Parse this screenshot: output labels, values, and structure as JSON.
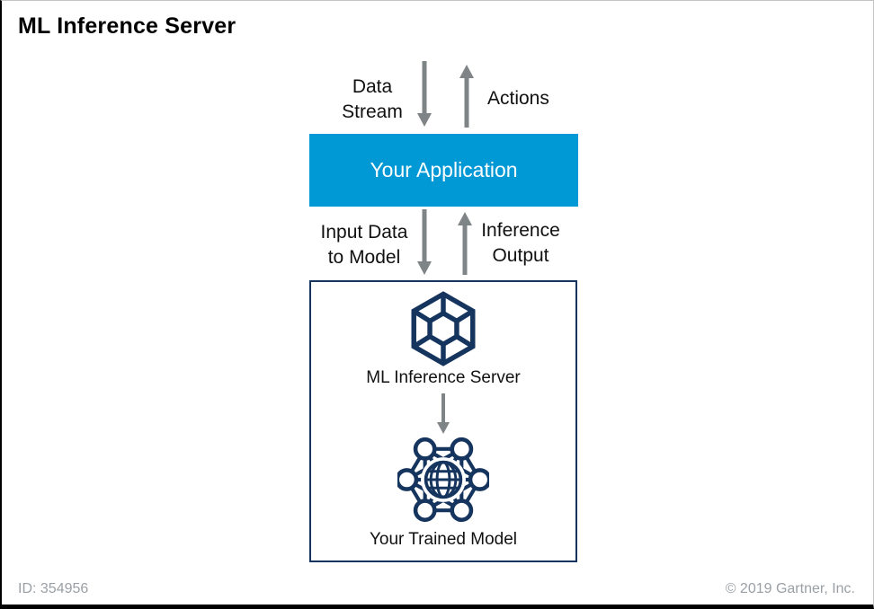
{
  "header": {
    "title": "ML Inference Server"
  },
  "colors": {
    "accent_blue": "#0098D5",
    "navy": "#15355E",
    "arrow_gray": "#7F8487",
    "muted_gray": "#9AA0A5"
  },
  "top_flow": {
    "downstream_label": [
      "Data",
      "Stream"
    ],
    "upstream_label": "Actions"
  },
  "application_box": {
    "label": "Your Application"
  },
  "mid_flow": {
    "downstream_label": [
      "Input Data",
      "to Model"
    ],
    "upstream_label": [
      "Inference",
      "Output"
    ]
  },
  "inference_server_box": {
    "server_label": "ML Inference Server",
    "model_label": "Your Trained Model",
    "icons": {
      "server_icon": "wireframe-cube-icon",
      "model_icon": "mesh-network-globe-icon"
    }
  },
  "footer": {
    "document_id": "ID: 354956",
    "copyright": "© 2019 Gartner, Inc."
  }
}
